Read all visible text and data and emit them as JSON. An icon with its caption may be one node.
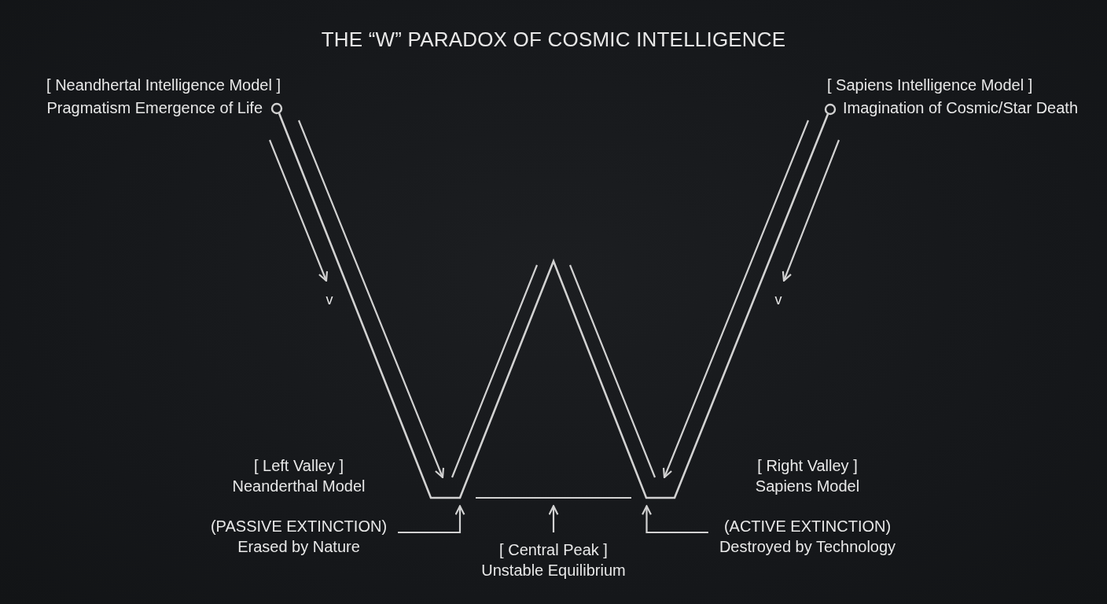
{
  "diagram": {
    "title": "THE “W” PARADOX OF COSMIC INTELLIGENCE",
    "nodes": [
      {
        "text": [],
        "shape": "picture"
      },
      {
        "text": [],
        "shape": "bar",
        "in": 0
      },
      {
        "text": [
          "(PASSIVE EXTINCTION)",
          "Erased by Nature"
        ]
      },
      {
        "text": [
          "[ Central Peak ]",
          "Unstable Equilibrium"
        ]
      },
      {
        "text": [
          "(ACTIVE EXTINCTION)",
          "Destroyed by Technology"
        ]
      }
    ],
    "edges": [
      {
        "from": 2,
        "to": 0,
        "arrow": "to"
      },
      {
        "from": 3,
        "to": 1,
        "arrow": "to"
      },
      {
        "from": 4,
        "to": 0,
        "arrow": "to"
      }
    ],
    "labels": [
      "[ Neandhertal Intelligence Model ]",
      "Pragmatism Emergence of Life",
      "[ Sapiens Intelligence Model ]",
      "Imagination of Cosmic/Star Death",
      "v",
      "v",
      "[ Left Valley ]",
      "Neanderthal Model",
      "[ Right Valley ]",
      "Sapiens Model"
    ]
  }
}
